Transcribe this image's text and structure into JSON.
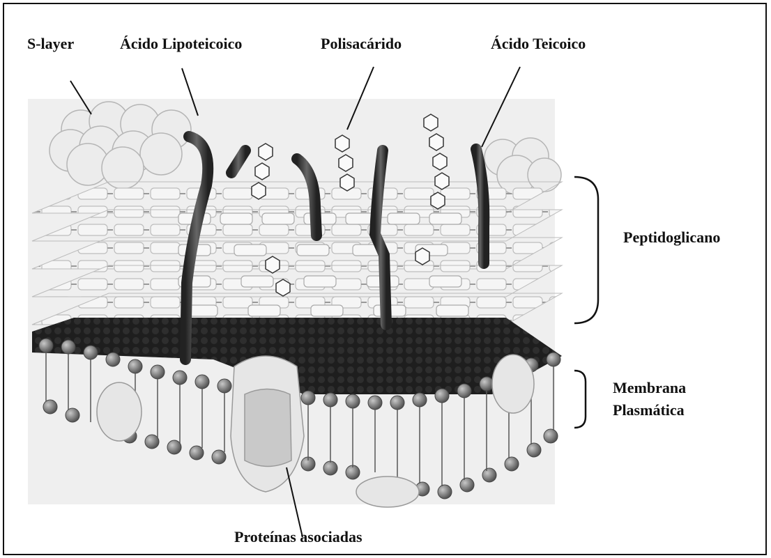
{
  "labels": {
    "s_layer": "S-layer",
    "lipoteichoic_acid": "Ácido Lipoteicoico",
    "polysaccharide": "Polisacárido",
    "teichoic_acid": "Ácido Teicoico",
    "peptidoglycan": "Peptidoglicano",
    "membrane_line1": "Membrana",
    "membrane_line2": "Plasmática",
    "proteins": "Proteínas asociadas"
  },
  "colors": {
    "frame": "#111111",
    "background_panel": "#f1f1f1",
    "dark_fill": "#1c1c1c",
    "acid_rod": "#3a3a3a",
    "lipid_head": "#777777",
    "peptidoglycan_block": "#f4f4f4"
  }
}
